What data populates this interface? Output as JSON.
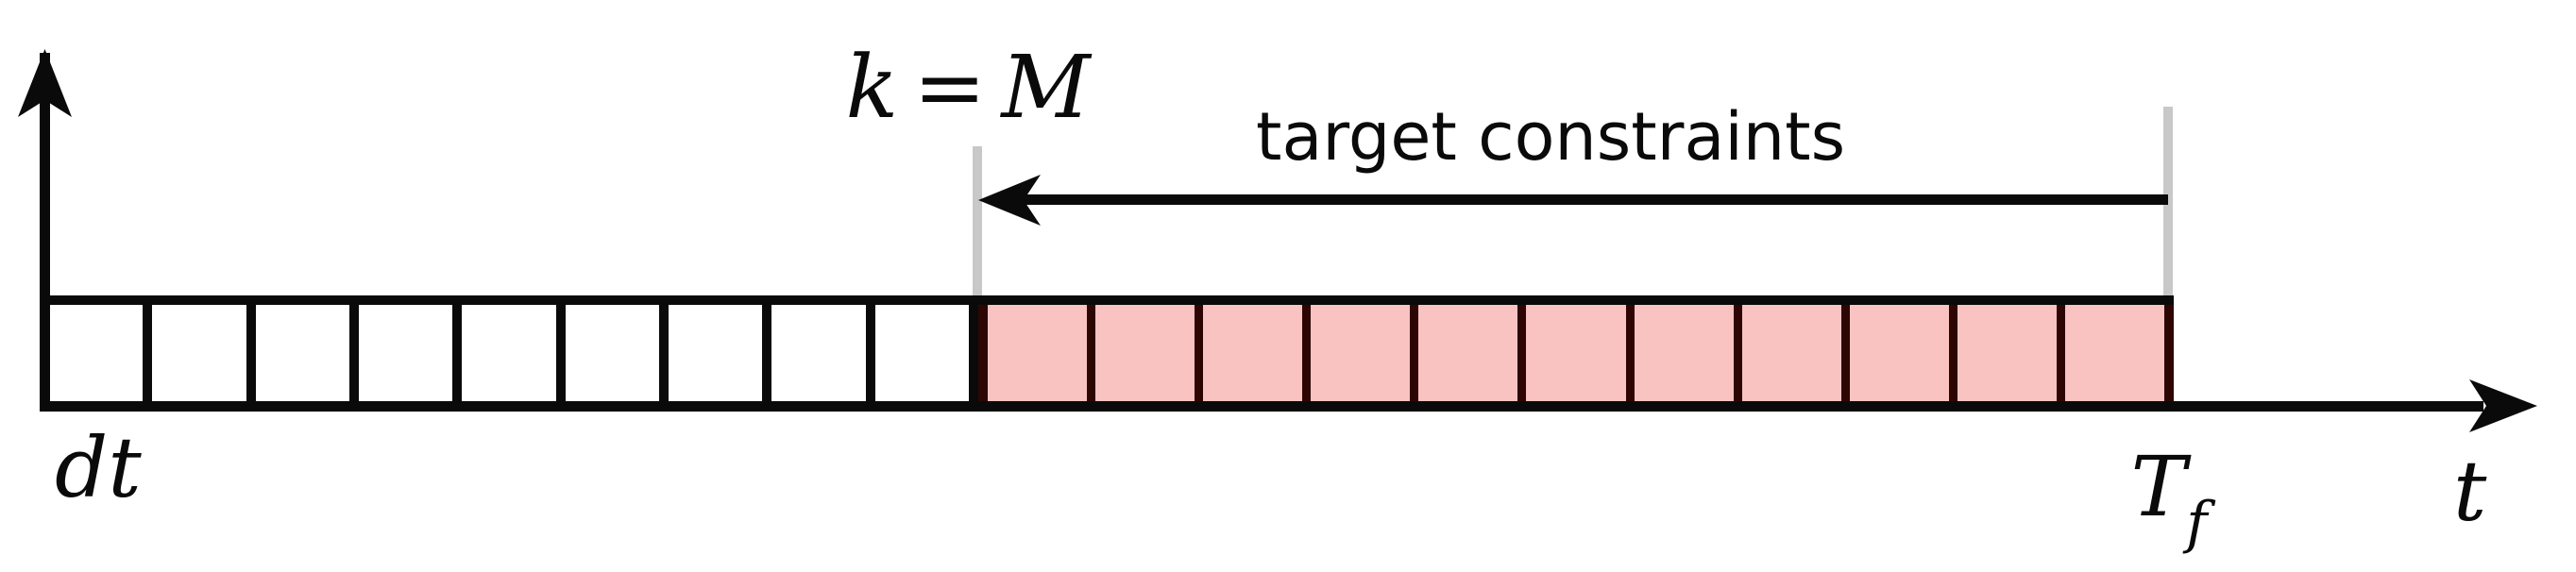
{
  "figure": {
    "axis_labels": {
      "time_axis": "t",
      "first_step": "dt"
    },
    "annotations": {
      "horizon_split": {
        "k": "k",
        "eq": "=",
        "m": "M"
      },
      "target_constraints": "target constraints",
      "final_time": {
        "base": "T",
        "sub": "f"
      }
    },
    "timeline": {
      "white_cell_count": 9,
      "pink_cell_count": 11,
      "total_cells": 20
    },
    "colors": {
      "pink_fill": "#f8c3c0",
      "pink_border": "#2d0604",
      "line_black": "#0a0a0a",
      "gray_tick": "#c8c8c8",
      "background": "#ffffff"
    }
  }
}
